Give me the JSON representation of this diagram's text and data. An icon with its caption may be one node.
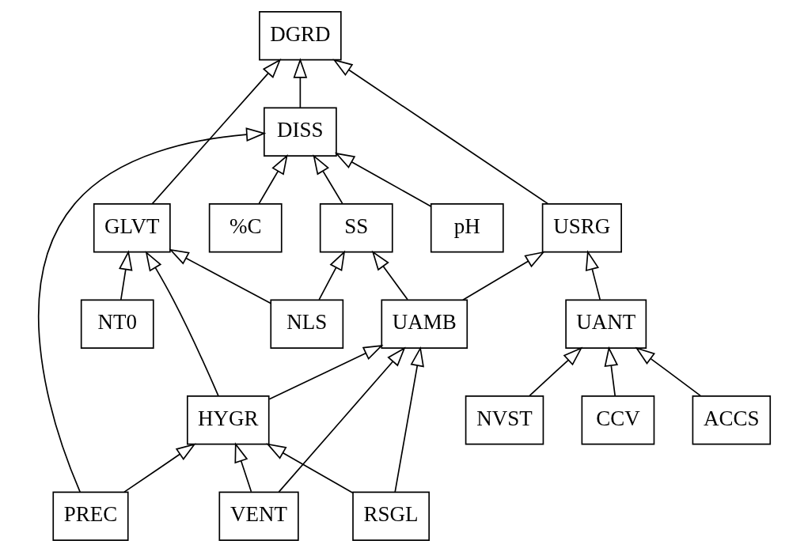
{
  "diagram": {
    "nodes": [
      {
        "text": [
          "DGRD"
        ]
      },
      {
        "text": [
          "pH"
        ]
      },
      {
        "text": [
          "NLS"
        ]
      },
      {
        "text": [
          "%C"
        ]
      },
      {
        "text": [
          "GLVT"
        ]
      },
      {
        "text": [
          "USRG"
        ]
      },
      {
        "text": [
          "DISS"
        ]
      },
      {
        "text": [
          "NT0"
        ]
      },
      {
        "text": [
          "SS"
        ]
      },
      {
        "text": [
          "NVST"
        ]
      },
      {
        "text": [
          "UANT"
        ]
      },
      {
        "text": [
          "UAMB"
        ]
      },
      {
        "text": [
          "RSGL"
        ]
      },
      {
        "text": [
          "CCV"
        ]
      },
      {
        "text": [
          "ACCS"
        ]
      },
      {
        "text": [
          "VENT"
        ]
      },
      {
        "text": [
          "HYGR"
        ]
      },
      {
        "text": [
          "PREC"
        ]
      }
    ],
    "edges": [
      {
        "from": 4,
        "to": 0,
        "arrow": "to"
      },
      {
        "from": 5,
        "to": 0,
        "arrow": "to"
      },
      {
        "from": 6,
        "to": 0,
        "arrow": "to"
      },
      {
        "from": 1,
        "to": 6,
        "arrow": "to"
      },
      {
        "from": 3,
        "to": 6,
        "arrow": "to"
      },
      {
        "from": 2,
        "to": 4,
        "arrow": "to"
      },
      {
        "from": 7,
        "to": 4,
        "arrow": "to"
      },
      {
        "from": 16,
        "to": 4,
        "arrow": "to"
      },
      {
        "from": 10,
        "to": 5,
        "arrow": "to"
      },
      {
        "from": 11,
        "to": 5,
        "arrow": "to"
      },
      {
        "from": 8,
        "to": 6,
        "arrow": "to"
      },
      {
        "from": 17,
        "to": 6,
        "arrow": "to"
      },
      {
        "from": 11,
        "to": 8,
        "arrow": "to"
      },
      {
        "from": 2,
        "to": 8,
        "arrow": "to"
      },
      {
        "from": 9,
        "to": 10,
        "arrow": "to"
      },
      {
        "from": 13,
        "to": 10,
        "arrow": "to"
      },
      {
        "from": 14,
        "to": 10,
        "arrow": "to"
      },
      {
        "from": 12,
        "to": 11,
        "arrow": "to"
      },
      {
        "from": 15,
        "to": 11,
        "arrow": "to"
      },
      {
        "from": 16,
        "to": 11,
        "arrow": "to"
      },
      {
        "from": 12,
        "to": 16,
        "arrow": "to"
      },
      {
        "from": 15,
        "to": 16,
        "arrow": "to"
      },
      {
        "from": 17,
        "to": 16,
        "arrow": "to"
      }
    ]
  }
}
